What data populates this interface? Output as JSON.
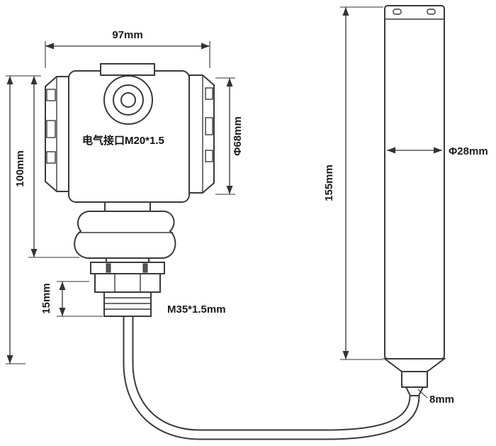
{
  "drawing": {
    "labels": {
      "head_width": "97mm",
      "head_height": "100mm",
      "electrical_port": "电气接口M20*1.5",
      "head_diameter": "Φ68mm",
      "thread_length": "15mm",
      "thread_spec": "M35*1.5mm",
      "probe_length": "155mm",
      "probe_diameter": "Φ28mm",
      "cable_diameter": "8mm"
    },
    "colors": {
      "line": "#3a3a3a",
      "dimension": "#333333",
      "text": "#1a1a1a",
      "background": "#ffffff"
    }
  }
}
